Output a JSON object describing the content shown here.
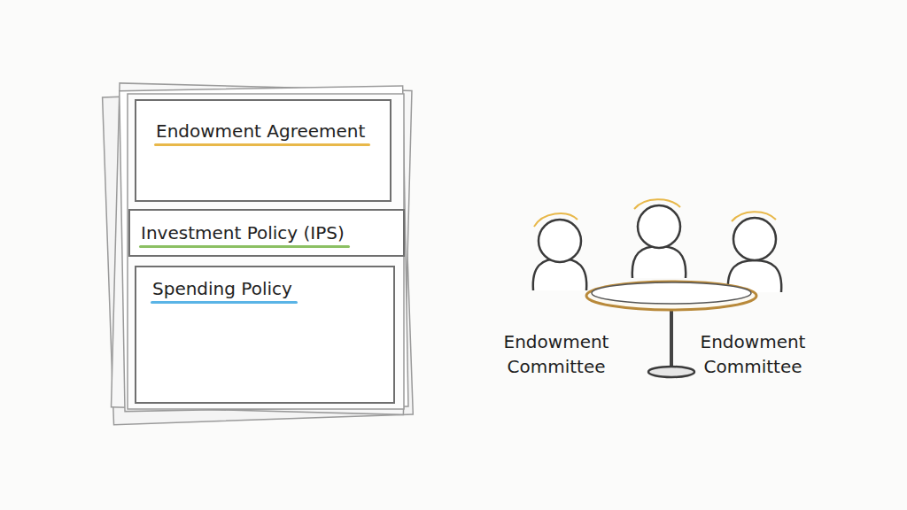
{
  "diagram": {
    "nodes": [
      {
        "text": [
          "Endowment Agreement"
        ]
      },
      {
        "text": [
          "Investment Policy (IPS)"
        ]
      },
      {
        "text": [
          "Spending Policy"
        ]
      }
    ],
    "labels": [
      "Endowment Committee",
      "Endowment Committee"
    ]
  }
}
